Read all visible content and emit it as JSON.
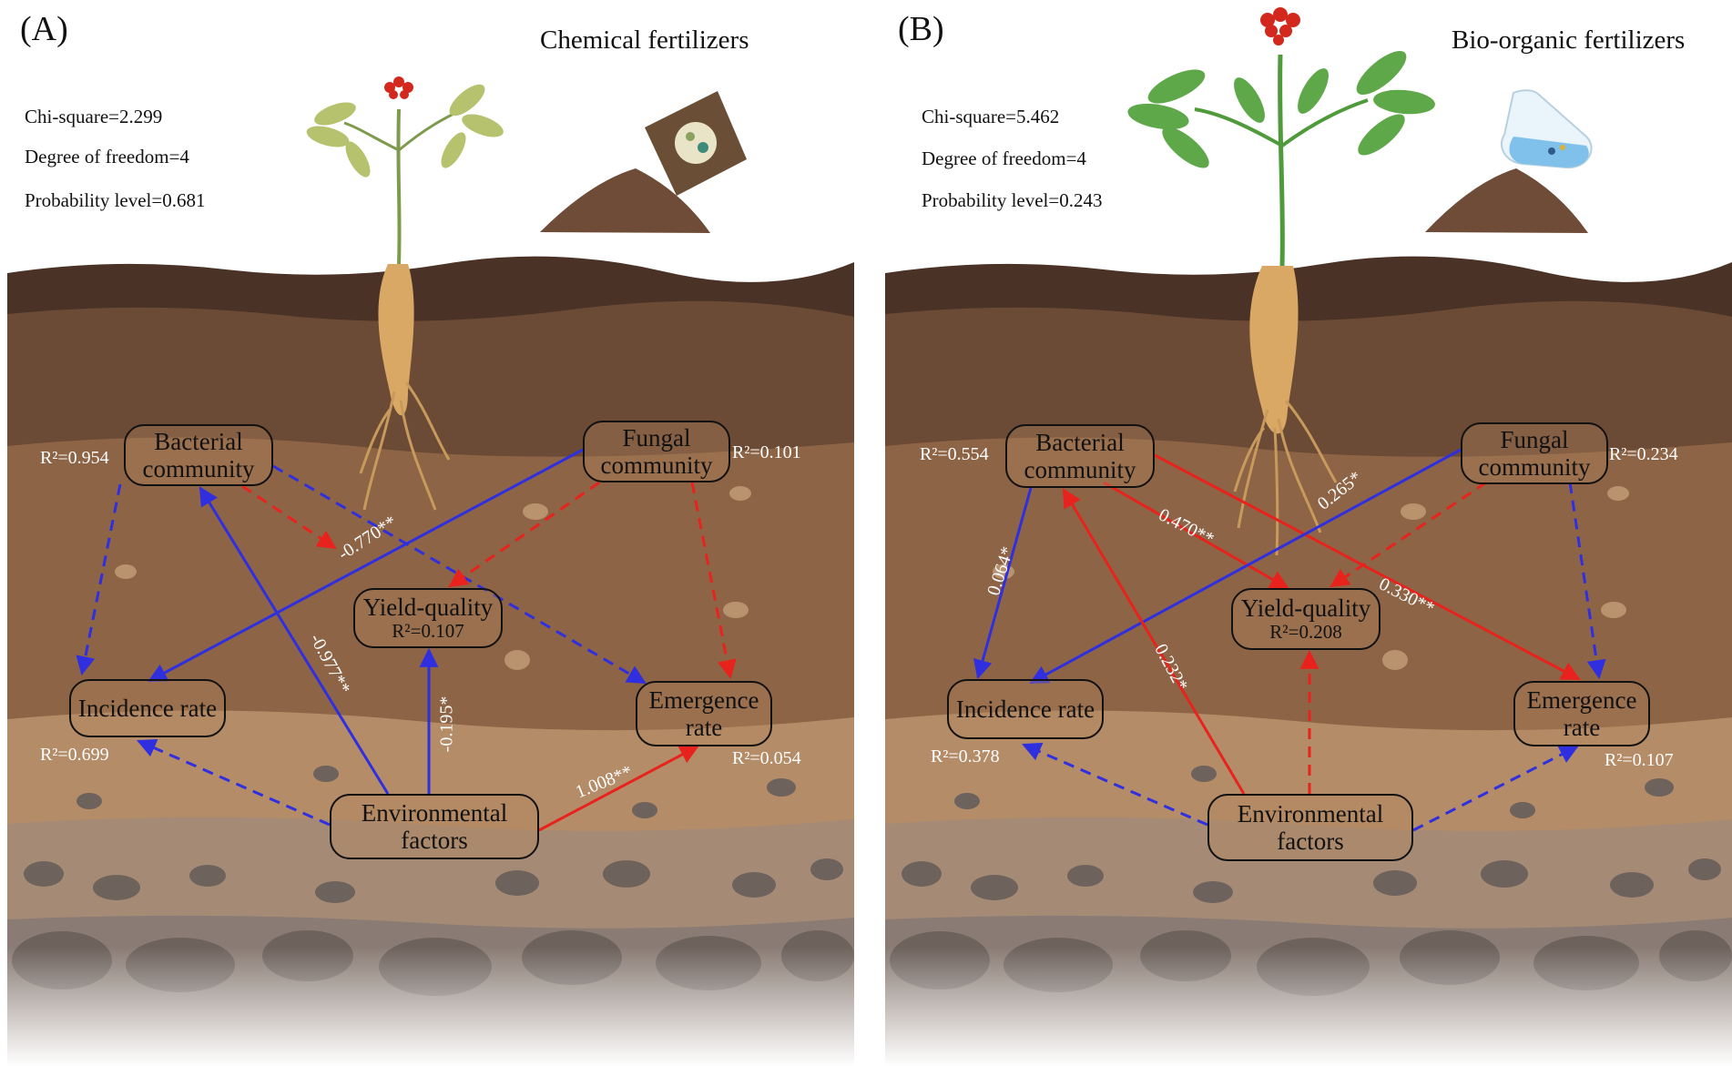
{
  "panels": [
    {
      "letter": "(A)",
      "title": "Chemical fertilizers",
      "stats": [
        "Chi-square=2.299",
        "Degree of freedom=4",
        "Probability level=0.681"
      ],
      "nodes": {
        "bacterial": {
          "name": "Bacterial community",
          "r2": "R²=0.954"
        },
        "fungal": {
          "name": "Fungal community",
          "r2": "R²=0.101"
        },
        "yield": {
          "name": "Yield-quality",
          "r2": "R²=0.107"
        },
        "incidence": {
          "name": "Incidence rate",
          "r2": "R²=0.699"
        },
        "emergence": {
          "name": "Emergence rate",
          "r2": "R²=0.054"
        },
        "environmental": {
          "name": "Environmental factors"
        }
      },
      "paths": [
        {
          "from": "Bacterial community",
          "to": "Incidence rate",
          "sign": "negative",
          "significant": false,
          "label": ""
        },
        {
          "from": "Bacterial community",
          "to": "Yield-quality",
          "sign": "positive",
          "significant": false,
          "label": ""
        },
        {
          "from": "Bacterial community",
          "to": "Emergence rate",
          "sign": "negative",
          "significant": false,
          "label": ""
        },
        {
          "from": "Fungal community",
          "to": "Incidence rate",
          "sign": "negative",
          "significant": true,
          "label": "-0.770**"
        },
        {
          "from": "Fungal community",
          "to": "Yield-quality",
          "sign": "positive",
          "significant": false,
          "label": ""
        },
        {
          "from": "Fungal community",
          "to": "Emergence rate",
          "sign": "positive",
          "significant": false,
          "label": ""
        },
        {
          "from": "Environmental factors",
          "to": "Bacterial community",
          "sign": "negative",
          "significant": true,
          "label": "-0.977**"
        },
        {
          "from": "Environmental factors",
          "to": "Yield-quality",
          "sign": "negative",
          "significant": true,
          "label": "-0.195*"
        },
        {
          "from": "Environmental factors",
          "to": "Incidence rate",
          "sign": "negative",
          "significant": false,
          "label": ""
        },
        {
          "from": "Environmental factors",
          "to": "Emergence rate",
          "sign": "positive",
          "significant": true,
          "label": "1.008**"
        }
      ]
    },
    {
      "letter": "(B)",
      "title": "Bio-organic fertilizers",
      "stats": [
        "Chi-square=5.462",
        "Degree of freedom=4",
        "Probability level=0.243"
      ],
      "nodes": {
        "bacterial": {
          "name": "Bacterial community",
          "r2": "R²=0.554"
        },
        "fungal": {
          "name": "Fungal community",
          "r2": "R²=0.234"
        },
        "yield": {
          "name": "Yield-quality",
          "r2": "R²=0.208"
        },
        "incidence": {
          "name": "Incidence rate",
          "r2": "R²=0.378"
        },
        "emergence": {
          "name": "Emergence rate",
          "r2": "R²=0.107"
        },
        "environmental": {
          "name": "Environmental factors"
        }
      },
      "paths": [
        {
          "from": "Bacterial community",
          "to": "Incidence rate",
          "sign": "negative",
          "significant": true,
          "label": "0.064*"
        },
        {
          "from": "Bacterial community",
          "to": "Yield-quality",
          "sign": "positive",
          "significant": true,
          "label": "0.470**"
        },
        {
          "from": "Bacterial community",
          "to": "Emergence rate",
          "sign": "positive",
          "significant": true,
          "label": "0.330**"
        },
        {
          "from": "Fungal community",
          "to": "Incidence rate",
          "sign": "negative",
          "significant": true,
          "label": "0.265*"
        },
        {
          "from": "Fungal community",
          "to": "Yield-quality",
          "sign": "positive",
          "significant": false,
          "label": ""
        },
        {
          "from": "Fungal community",
          "to": "Emergence rate",
          "sign": "negative",
          "significant": false,
          "label": ""
        },
        {
          "from": "Environmental factors",
          "to": "Bacterial community",
          "sign": "positive",
          "significant": true,
          "label": "0.232*"
        },
        {
          "from": "Environmental factors",
          "to": "Yield-quality",
          "sign": "positive",
          "significant": false,
          "label": ""
        },
        {
          "from": "Environmental factors",
          "to": "Incidence rate",
          "sign": "negative",
          "significant": false,
          "label": ""
        },
        {
          "from": "Environmental factors",
          "to": "Emergence rate",
          "sign": "negative",
          "significant": false,
          "label": ""
        }
      ]
    }
  ],
  "colors": {
    "positive": "#e8221c",
    "negative": "#2f2fe0",
    "label_text": "#ffffff"
  }
}
